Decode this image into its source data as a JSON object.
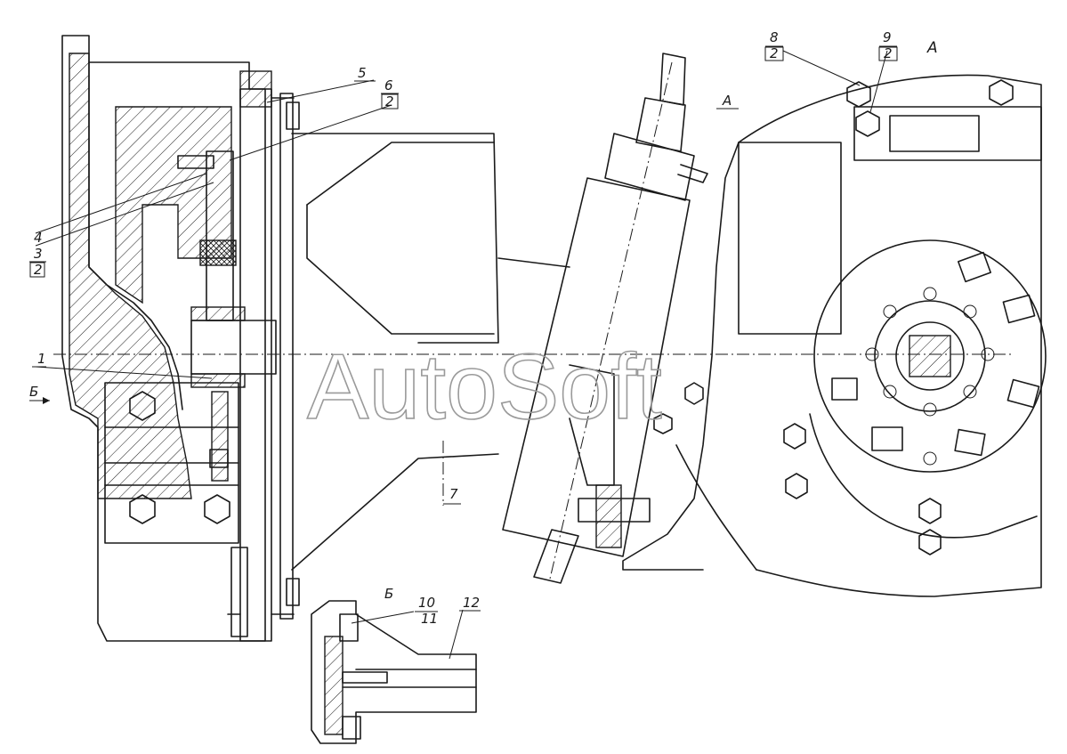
{
  "callouts": {
    "c1": "1",
    "c3": "3",
    "c3_sub": "2",
    "c4": "4",
    "c5": "5",
    "c6": "6",
    "c6_sub": "2",
    "c7": "7",
    "c8": "8",
    "c8_sub": "2",
    "c9": "9",
    "c9_sub": "2",
    "c10": "10",
    "c11": "11",
    "c12": "12"
  },
  "view_labels": {
    "view_a_main": "A",
    "view_a_arrow": "A",
    "view_b_arrow": "Б",
    "view_b_detail": "Б"
  },
  "watermark": "AutoSoft"
}
